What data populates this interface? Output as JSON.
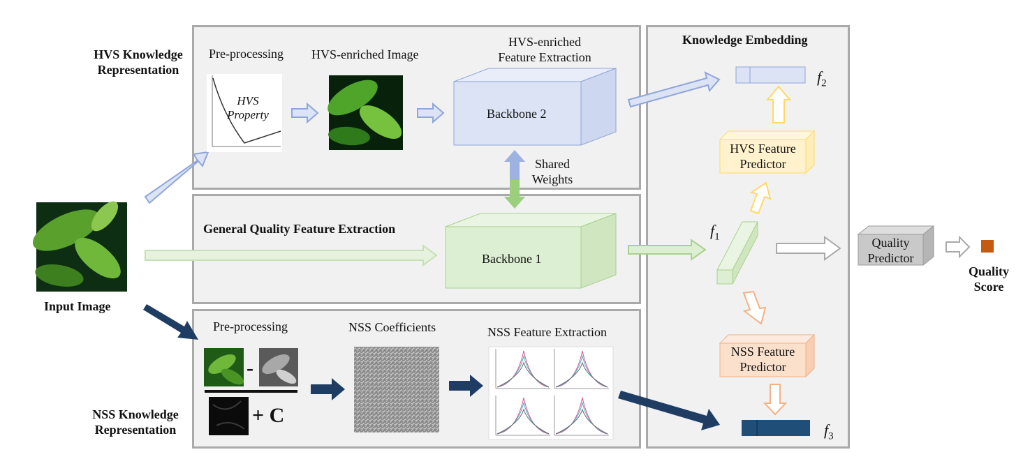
{
  "sections": {
    "hvs_representation": {
      "line1": "HVS Knowledge",
      "line2": "Representation"
    },
    "nss_representation": {
      "line1": "NSS Knowledge",
      "line2": "Representation"
    },
    "general": "General Quality Feature Extraction",
    "knowledge_embedding": "Knowledge Embedding"
  },
  "input_image": "Input Image",
  "hvs_branch": {
    "preprocessing": "Pre-processing",
    "enriched_image": "HVS-enriched Image",
    "feature_extraction": {
      "line1": "HVS-enriched",
      "line2": "Feature Extraction"
    },
    "plot_label": {
      "line1": "HVS",
      "line2": "Property"
    },
    "backbone": "Backbone 2"
  },
  "shared_weights": {
    "line1": "Shared",
    "line2": "Weights"
  },
  "general_branch": {
    "backbone": "Backbone 1"
  },
  "nss_branch": {
    "preprocessing": "Pre-processing",
    "coefficients": "NSS Coefficients",
    "feature_extraction": "NSS Feature Extraction",
    "minus": "-",
    "plus_c": "+ C"
  },
  "embedding": {
    "f1": "f1",
    "f2": "f2",
    "f3": "f3",
    "hvs_predictor": {
      "line1": "HVS Feature",
      "line2": "Predictor"
    },
    "nss_predictor": {
      "line1": "NSS Feature",
      "line2": "Predictor"
    }
  },
  "quality_predictor": {
    "line1": "Quality",
    "line2": "Predictor"
  },
  "quality_score": {
    "line1": "Quality",
    "line2": "Score"
  },
  "colors": {
    "hvs_blue": "#dbe3f5",
    "hvs_blue_border": "#8fa6d8",
    "green": "#dcefd2",
    "green_border": "#a9d18e",
    "navy": "#1f3d63",
    "yellow": "#fff2cc",
    "yellow_border": "#ffd966",
    "orange": "#fbe0cc",
    "orange_border": "#f4b183",
    "grey": "#c9c9c9",
    "score": "#c55a11"
  }
}
